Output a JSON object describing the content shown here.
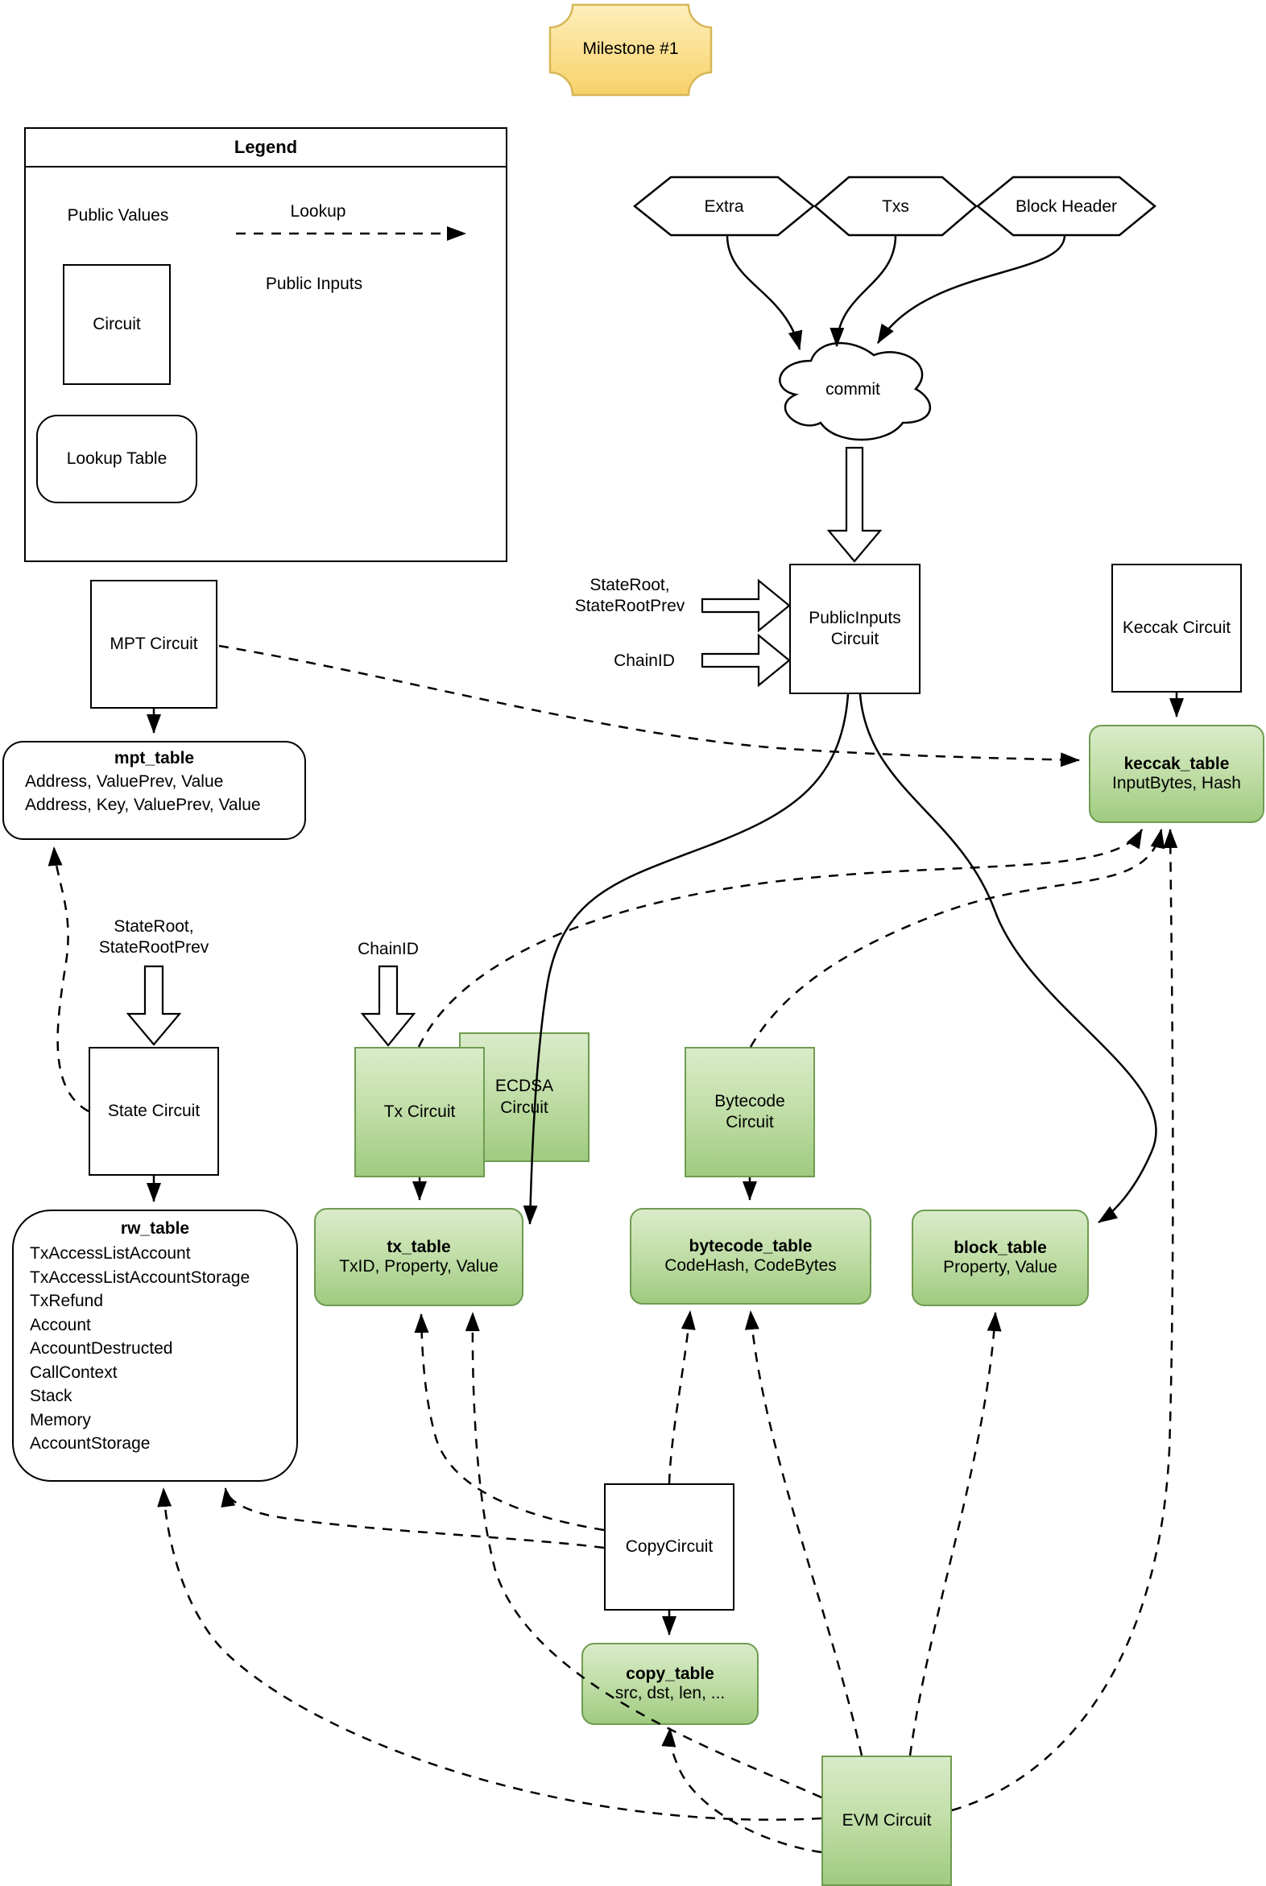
{
  "milestone": {
    "label": "Milestone #1"
  },
  "legend": {
    "title": "Legend",
    "public_values_label": "Public Values",
    "lookup_label": "Lookup",
    "circuit_label": "Circuit",
    "public_inputs_label": "Public Inputs",
    "lookup_table_label": "Lookup Table"
  },
  "public_values": {
    "extra": "Extra",
    "txs": "Txs",
    "block_header": "Block Header"
  },
  "commit": {
    "label": "commit"
  },
  "inputs": {
    "state_root_to_public_inputs": "StateRoot, StateRootPrev",
    "chain_id_to_public_inputs": "ChainID",
    "state_root_to_state": "StateRoot, StateRootPrev",
    "chain_id_to_tx": "ChainID"
  },
  "circuits": {
    "public_inputs": "PublicInputs Circuit",
    "keccak": "Keccak Circuit",
    "mpt": "MPT Circuit",
    "state": "State Circuit",
    "tx": "Tx Circuit",
    "ecdsa": "ECDSA Circuit",
    "bytecode": "Bytecode Circuit",
    "copy": "CopyCircuit",
    "evm": "EVM Circuit"
  },
  "tables": {
    "mpt": {
      "title": "mpt_table",
      "rows": [
        "Address, ValuePrev, Value",
        "Address, Key, ValuePrev, Value"
      ]
    },
    "keccak": {
      "title": "keccak_table",
      "rows": [
        "InputBytes, Hash"
      ]
    },
    "rw": {
      "title": "rw_table",
      "rows": [
        "TxAccessListAccount",
        "TxAccessListAccountStorage",
        "TxRefund",
        "Account",
        "AccountDestructed",
        "CallContext",
        "Stack",
        "Memory",
        "AccountStorage"
      ]
    },
    "tx": {
      "title": "tx_table",
      "rows": [
        "TxID, Property, Value"
      ]
    },
    "bytecode": {
      "title": "bytecode_table",
      "rows": [
        "CodeHash, CodeBytes"
      ]
    },
    "block": {
      "title": "block_table",
      "rows": [
        "Property, Value"
      ]
    },
    "copy": {
      "title": "copy_table",
      "rows": [
        "src, dst, len, ..."
      ]
    }
  },
  "colors": {
    "green_fill_top": "#d9ebc9",
    "green_fill_bottom": "#9fcb80",
    "green_border": "#6f9c50",
    "yellow_fill_top": "#fdeebb",
    "yellow_fill_bottom": "#f8d269",
    "yellow_border": "#d6b656"
  }
}
